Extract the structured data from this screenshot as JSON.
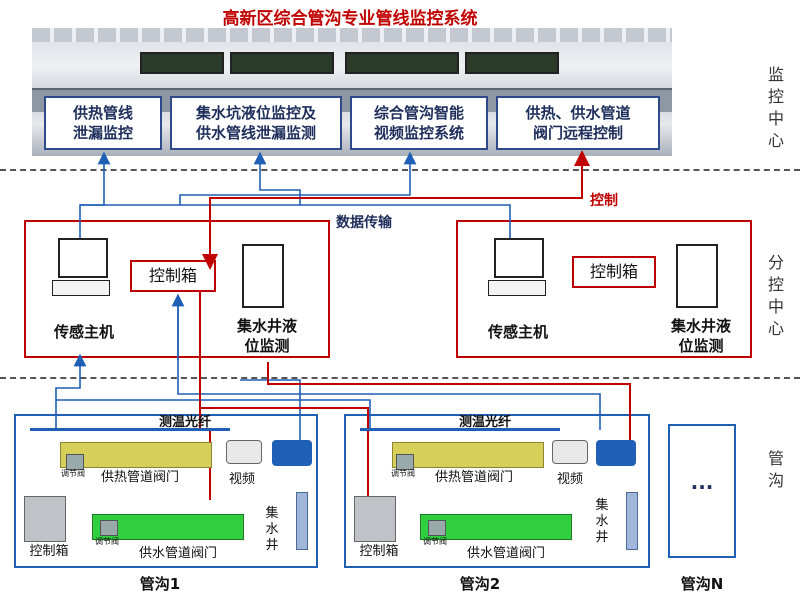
{
  "title": "高新区综合管沟专业管线监控系统",
  "side_labels": {
    "monitoring_center": "监\n控\n中\n心",
    "sub_control_center": "分\n控\n中\n心",
    "trench": "管\n沟"
  },
  "monitoring_boxes": [
    {
      "label": "供热管线\n泄漏监控"
    },
    {
      "label": "集水坑液位监控及\n供水管线泄漏监测"
    },
    {
      "label": "综合管沟智能\n视频监控系统"
    },
    {
      "label": "供热、供水管道\n阀门远程控制"
    }
  ],
  "arrow_labels": {
    "control": "控制",
    "data_transmission": "数据传输"
  },
  "substations": [
    {
      "host": "传感主机",
      "control_box": "控制箱",
      "sump": "集水井液\n位监测"
    },
    {
      "host": "传感主机",
      "control_box": "控制箱",
      "sump": "集水井液\n位监测"
    }
  ],
  "trenches": [
    {
      "name": "管沟1",
      "fiber": "测温光纤",
      "heat_valve": "供热管道阀门",
      "video": "视频",
      "control_box": "控制箱",
      "water_valve": "供水管道阀门",
      "sump": "集\n水\n井",
      "valve_tag1": "调节阀",
      "valve_tag2": "调节阀"
    },
    {
      "name": "管沟2",
      "fiber": "测温光纤",
      "heat_valve": "供热管道阀门",
      "video": "视频",
      "control_box": "控制箱",
      "water_valve": "供水管道阀门",
      "sump": "集\n水\n井",
      "valve_tag1": "调节阀",
      "valve_tag2": "调节阀"
    }
  ],
  "trench_n": {
    "name": "管沟N",
    "ellipsis": "..."
  },
  "colors": {
    "red": "#c00000",
    "blue": "#1f5fb5",
    "heat_pipe": "#d6cf5a",
    "water_pipe": "#2fcf3f"
  }
}
